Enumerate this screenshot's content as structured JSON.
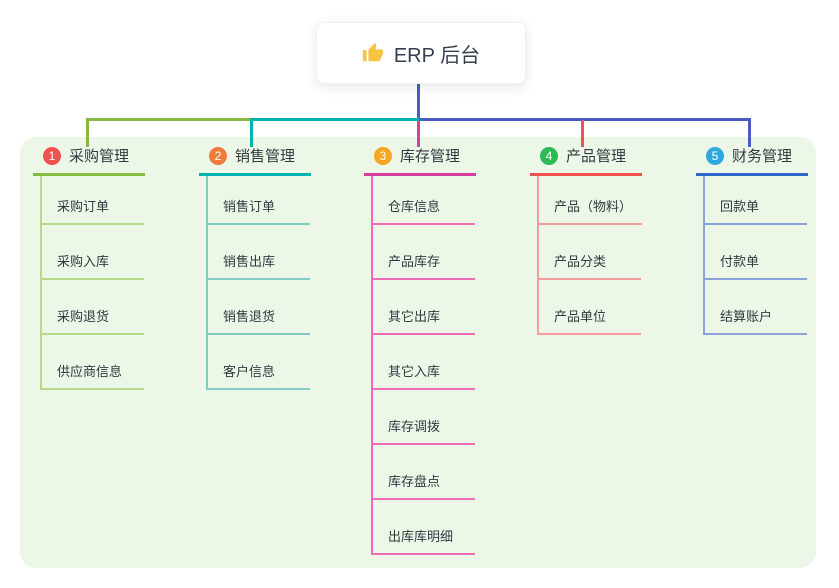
{
  "root": {
    "title": "ERP 后台",
    "icon": "thumbs-up-icon",
    "icon_color": "#f6c344"
  },
  "branches": [
    {
      "index": "1",
      "label": "采购管理",
      "badge_color": "#ee5253",
      "line_color": "#85bb40",
      "child_line_color": "#b7d98b",
      "children": [
        "采购订单",
        "采购入库",
        "采购退货",
        "供应商信息"
      ]
    },
    {
      "index": "2",
      "label": "销售管理",
      "badge_color": "#ee7d3b",
      "line_color": "#00b3ae",
      "child_line_color": "#7fccc5",
      "children": [
        "销售订单",
        "销售出库",
        "销售退货",
        "客户信息"
      ]
    },
    {
      "index": "3",
      "label": "库存管理",
      "badge_color": "#f6a623",
      "line_color": "#d63f9d",
      "child_line_color": "#ef6db4",
      "children": [
        "仓库信息",
        "产品库存",
        "其它出库",
        "其它入库",
        "库存调拨",
        "库存盘点",
        "出库库明细"
      ]
    },
    {
      "index": "4",
      "label": "产品管理",
      "badge_color": "#2abd56",
      "line_color": "#f04f4f",
      "child_line_color": "#f59c9c",
      "children": [
        "产品（物料）",
        "产品分类",
        "产品单位"
      ]
    },
    {
      "index": "5",
      "label": "财务管理",
      "badge_color": "#2ba8de",
      "line_color": "#2f66c8",
      "child_line_color": "#8ca3da",
      "children": [
        "回款单",
        "付款单",
        "结算账户"
      ]
    }
  ],
  "connector": {
    "root_stem_color": "#4b5cc4",
    "segment_colors": [
      "#85bb40",
      "#00b3ae",
      "#4b5cc4"
    ],
    "drop_colors": [
      "#85bb40",
      "#00b3ae",
      "#d63f9d",
      "#f05352",
      "#4b5cc4"
    ]
  },
  "canvas": {
    "background_color": "#edf7e8"
  }
}
